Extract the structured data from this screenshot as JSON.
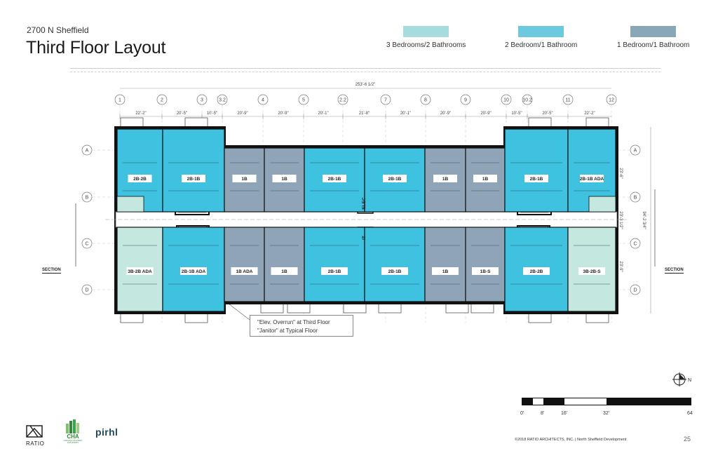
{
  "header": {
    "subtitle": "2700 N Sheffield",
    "title": "Third Floor Layout"
  },
  "legend": [
    {
      "label": "3 Bedrooms/2 Bathrooms",
      "color": "#a6dcde"
    },
    {
      "label": "2 Bedroom/1 Bathroom",
      "color": "#6cc9de"
    },
    {
      "label": "1 Bedroom/1 Bathroom",
      "color": "#89a7b7"
    }
  ],
  "colors": {
    "three_bed": "#c4e7e0",
    "two_bed": "#3fc1e0",
    "one_bed": "#8fa4b6",
    "wall": "#111111",
    "corridor": "#ffffff"
  },
  "plan": {
    "overall_dimension": "253'-6 1/2\"",
    "column_grid": [
      "1",
      "2",
      "3",
      "3.2",
      "4",
      "5",
      "2.2",
      "7",
      "8",
      "9",
      "10",
      "10.2",
      "11",
      "12"
    ],
    "bay_dimensions": [
      "22'-2\"",
      "20'-5\"",
      "10'-5\"",
      "20'-9\"",
      "20'-9\"",
      "20'-1\"",
      "21'-8\"",
      "20'-1\"",
      "20'-9\"",
      "20'-9\"",
      "10'-5\"",
      "20'-5\"",
      "22'-2\""
    ],
    "row_grid": [
      "A",
      "B",
      "C",
      "D"
    ],
    "right_dimensions": [
      "23'-6\"",
      "23'-3 1/2\"",
      "23'-9\"",
      "94'-2 3/4\""
    ],
    "units_top": [
      "2B-2B",
      "2B-1B",
      "1B",
      "1B",
      "2B-1B",
      "2B-1B",
      "1B",
      "1B",
      "2B-1B",
      "2B-1B ADA"
    ],
    "units_bottom": [
      "3B-2B ADA",
      "2B-1B ADA",
      "1B ADA",
      "1B",
      "2B-1B",
      "2B-1B",
      "1B",
      "1B-S",
      "2B-2B",
      "3B-2B-S"
    ],
    "core_labels": [
      "ELEC",
      "IT"
    ],
    "section_label": "SECTION",
    "north_label": "N"
  },
  "callout": {
    "line1": "\"Elev. Overrun\" at Third Floor",
    "line2": "\"Janitor\" at Typical Floor"
  },
  "scale": {
    "labels": [
      "0'",
      "8'",
      "16'",
      "32'",
      "64"
    ]
  },
  "footer": {
    "copyright": "©2018 RATIO ARCHITECTS, INC.  |  North Sheffield Development",
    "page_number": "25"
  },
  "logos": {
    "ratio": "RATIO",
    "cha": "CHA",
    "cha_sub": "CHICAGO HOUSING AUTHORITY",
    "pirhl": "pirhl"
  }
}
